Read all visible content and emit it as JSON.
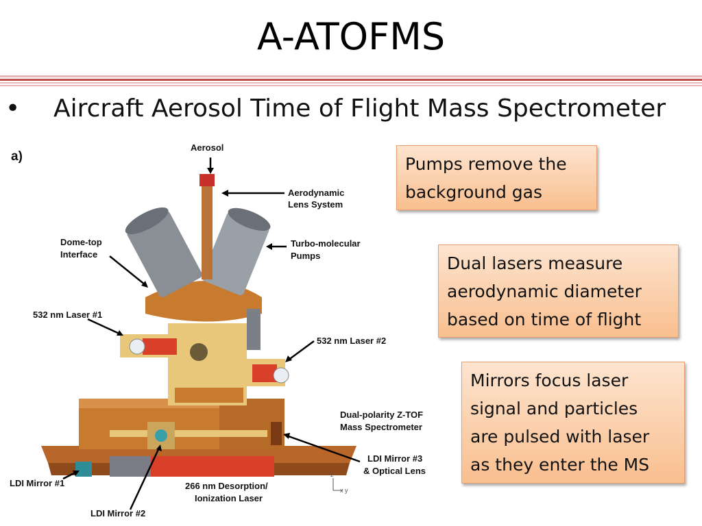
{
  "slide": {
    "title": "A-ATOFMS",
    "bullet_marker": "•",
    "bullet_text": "Aircraft Aerosol Time of Flight Mass Spectrometer"
  },
  "diagram": {
    "panel_label": "a)",
    "labels": {
      "aerosol": "Aerosol",
      "lens_1": "Aerodynamic",
      "lens_2": "Lens System",
      "dome_1": "Dome-top",
      "dome_2": "Interface",
      "turbo_1": "Turbo-molecular",
      "turbo_2": "Pumps",
      "laser1": "532 nm Laser #1",
      "laser2": "532 nm Laser #2",
      "ztof_1": "Dual-polarity Z-TOF",
      "ztof_2": "Mass Spectrometer",
      "ldi3_1": "LDI Mirror #3",
      "ldi3_2": "& Optical Lens",
      "ldi1": "LDI Mirror #1",
      "ldi2": "LDI Mirror #2",
      "desorp_1": "266 nm Desorption/",
      "desorp_2": "Ionization Laser",
      "axis_z": "z",
      "axis_xy": "x y"
    }
  },
  "callouts": {
    "pumps": [
      "Pumps remove the",
      "background gas"
    ],
    "lasers": [
      "Dual lasers measure",
      "aerodynamic diameter",
      "based on time of flight"
    ],
    "mirrors": [
      "Mirrors focus laser",
      "signal and particles",
      "are pulsed with laser",
      "as they enter the MS"
    ]
  },
  "colors": {
    "rule_dark": "#c0504d",
    "rule_light": "#e6b9b8",
    "callout_top": "#fde4cf",
    "callout_bottom": "#f9bf8f",
    "copper": "#c87a2e",
    "pump_gray": "#8a8f96",
    "gold": "#e8c77a",
    "laser_red": "#d8402a"
  }
}
